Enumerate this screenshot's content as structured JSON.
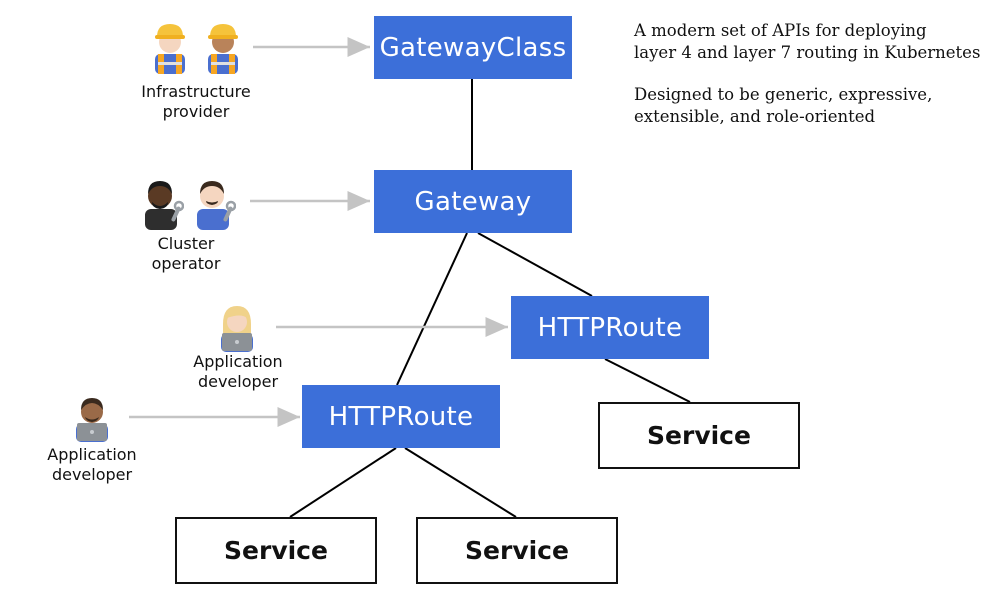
{
  "colors": {
    "accent": "#3c6fd9",
    "arrow": "#c4c4c4",
    "line": "#000000"
  },
  "resources": {
    "gateway_class": "GatewayClass",
    "gateway": "Gateway",
    "route_right": "HTTPRoute",
    "route_left": "HTTPRoute",
    "service_right": "Service",
    "service_bottom_left": "Service",
    "service_bottom_right": "Service"
  },
  "roles": {
    "infrastructure_provider": {
      "line1": "Infrastructure",
      "line2": "provider",
      "icons": [
        "construction-worker-icon",
        "construction-worker-icon"
      ]
    },
    "cluster_operator": {
      "line1": "Cluster",
      "line2": "operator",
      "icons": [
        "mechanic-icon",
        "mechanic-icon"
      ]
    },
    "app_developer_upper": {
      "line1": "Application",
      "line2": "developer",
      "icons": [
        "technologist-icon"
      ]
    },
    "app_developer_lower": {
      "line1": "Application",
      "line2": "developer",
      "icons": [
        "technologist-icon"
      ]
    }
  },
  "description": {
    "para1_line1": "A modern set of APIs for deploying",
    "para1_line2": "layer 4 and layer 7 routing in Kubernetes",
    "para2_line1": "Designed to be generic, expressive,",
    "para2_line2": "extensible, and role-oriented"
  }
}
